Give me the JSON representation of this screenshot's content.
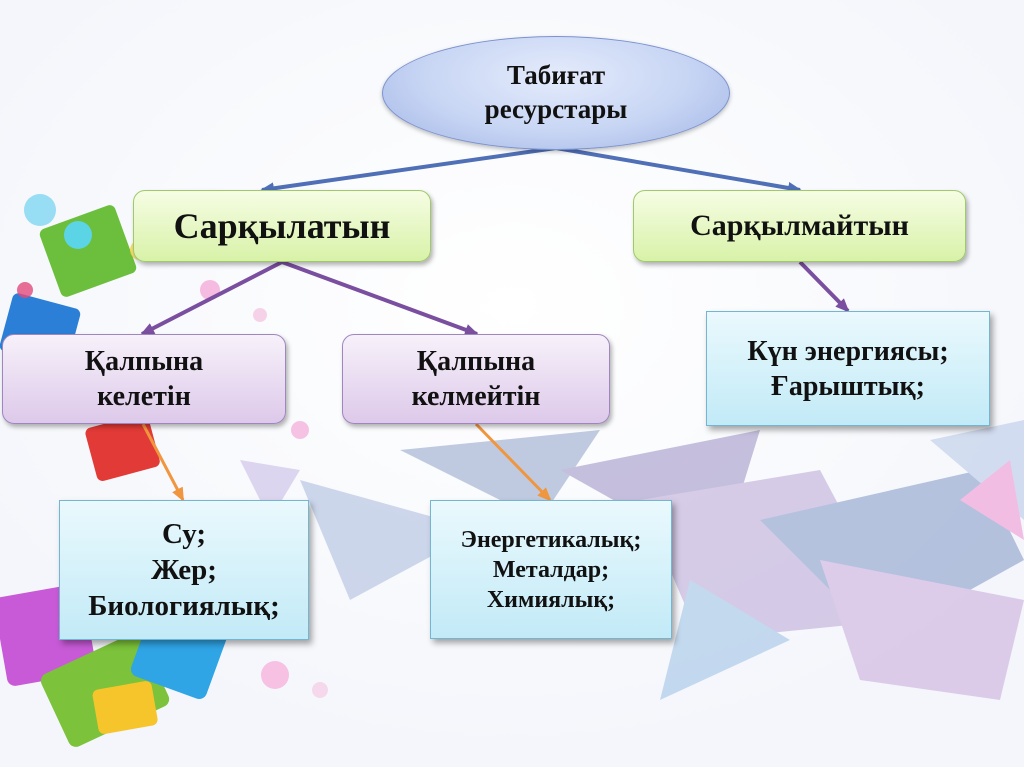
{
  "diagram": {
    "root": {
      "line1": "Табиғат",
      "line2": "ресурстары"
    },
    "renewable": {
      "label": "Сарқылатын"
    },
    "nonrenewable": {
      "label": "Сарқылмайтын"
    },
    "restorable": {
      "line1": "Қалпына",
      "line2": "келетін"
    },
    "nonrestorable": {
      "line1": "Қалпына",
      "line2": "келмейтін"
    },
    "inexhaustible_items": {
      "line1": "Күн энергиясы;",
      "line2": "Ғарыштық;"
    },
    "restorable_items": {
      "line1": "Су;",
      "line2": "Жер;",
      "line3": "Биологиялық;"
    },
    "nonrestorable_items": {
      "line1": "Энергетикалық;",
      "line2": "Металдар;",
      "line3": "Химиялық;"
    }
  },
  "colors": {
    "arrow_blue": "#4f6fb6",
    "arrow_purple": "#7b4fa0",
    "arrow_orange": "#f0963f"
  }
}
